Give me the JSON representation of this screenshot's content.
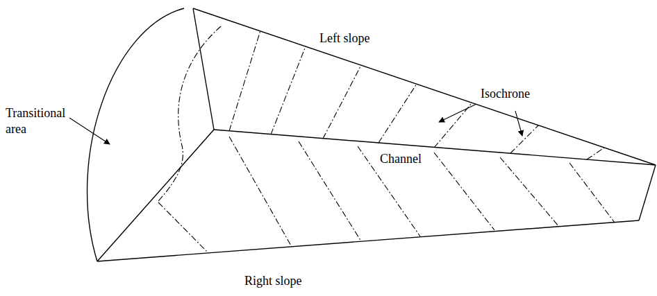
{
  "diagram": {
    "labels": [
      "Transitional area",
      "Left slope",
      "Isochrone",
      "Channel",
      "Right slope"
    ]
  }
}
